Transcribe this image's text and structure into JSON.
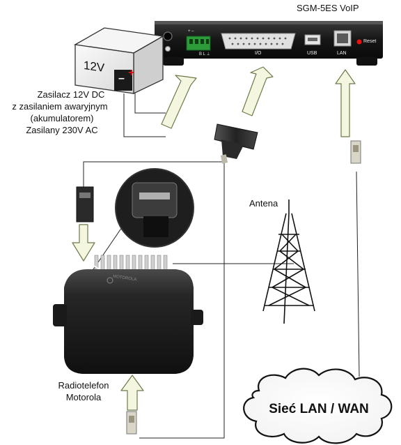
{
  "device": {
    "title": "SGM-5ES VoIP",
    "port_labels": [
      "+ –",
      "B L ⊥",
      "I/O",
      "USB",
      "LAN",
      "Reset"
    ]
  },
  "power_supply": {
    "box_label": "12V",
    "plus": "+",
    "minus": "–",
    "caption_lines": [
      "Zasilacz 12V DC",
      "z zasilaniem awaryjnym",
      "(akumulatorem)",
      "Zasilany 230V AC"
    ]
  },
  "antenna": {
    "label": "Antena"
  },
  "radio": {
    "label_lines": [
      "Radiotelefon",
      "Motorola"
    ],
    "brand": "MOTOROLA"
  },
  "network": {
    "label": "Sieć LAN / WAN"
  },
  "colors": {
    "device_body": "#161616",
    "terminal_green": "#2e9b3a",
    "arrow_fill": "#f4f6df",
    "arrow_stroke": "#6b7a4a",
    "radio_body": "#1d1d1d",
    "antenna_stroke": "#111111",
    "plus_red": "#d21111"
  }
}
